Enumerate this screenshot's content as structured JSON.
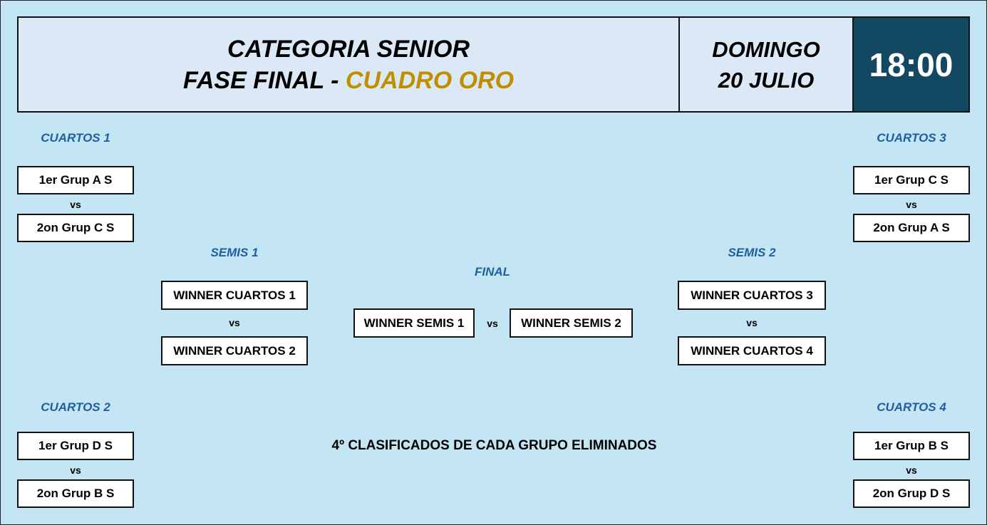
{
  "header": {
    "line1": "CATEGORIA SENIOR",
    "line2_prefix": "FASE FINAL - ",
    "line2_highlight": "CUADRO ORO",
    "day": "DOMINGO",
    "date": "20 JULIO",
    "time": "18:00"
  },
  "colors": {
    "background": "#c3e5f4",
    "header_bg": "#dbe9f6",
    "time_bg": "#124862",
    "highlight": "#bf8f00",
    "round_label": "#1f5fa0"
  },
  "vs_label": "vs",
  "cuartos1": {
    "label": "CUARTOS 1",
    "team1": "1er Grup A S",
    "team2": "2on Grup C S"
  },
  "cuartos2": {
    "label": "CUARTOS 2",
    "team1": "1er Grup D S",
    "team2": "2on Grup B S"
  },
  "cuartos3": {
    "label": "CUARTOS 3",
    "team1": "1er Grup C S",
    "team2": "2on Grup A S"
  },
  "cuartos4": {
    "label": "CUARTOS 4",
    "team1": "1er Grup B S",
    "team2": "2on Grup D S"
  },
  "semis1": {
    "label": "SEMIS 1",
    "team1": "WINNER CUARTOS 1",
    "team2": "WINNER CUARTOS 2"
  },
  "semis2": {
    "label": "SEMIS 2",
    "team1": "WINNER CUARTOS 3",
    "team2": "WINNER CUARTOS 4"
  },
  "final": {
    "label": "FINAL",
    "team1": "WINNER SEMIS 1",
    "team2": "WINNER SEMIS 2"
  },
  "note": "4º CLASIFICADOS DE CADA GRUPO ELIMINADOS"
}
